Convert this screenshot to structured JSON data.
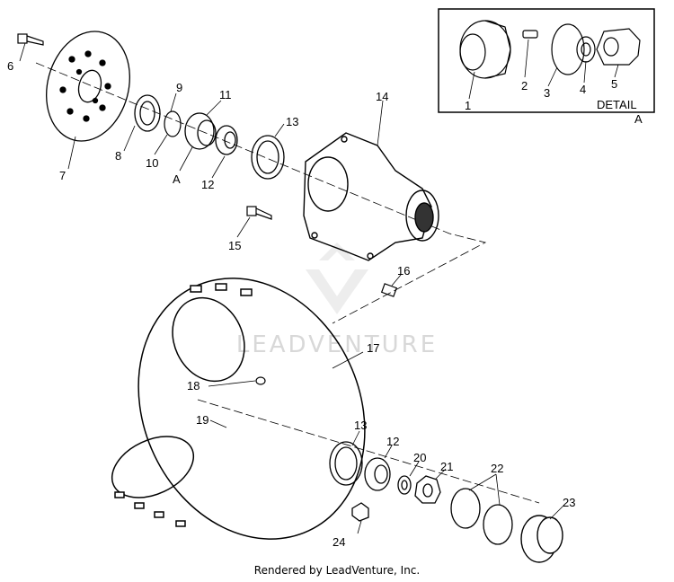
{
  "diagram": {
    "detail_box": {
      "title": "DETAIL",
      "ref": "A",
      "callouts": [
        "1",
        "2",
        "3",
        "4",
        "5"
      ]
    },
    "callouts": [
      "6",
      "7",
      "8",
      "9",
      "10",
      "11",
      "A",
      "12",
      "13",
      "14",
      "15",
      "16",
      "17",
      "18",
      "19",
      "13",
      "12",
      "20",
      "21",
      "22",
      "23",
      "24"
    ],
    "watermark": "LEADVENTURE",
    "footer": "Rendered by LeadVenture, Inc."
  }
}
